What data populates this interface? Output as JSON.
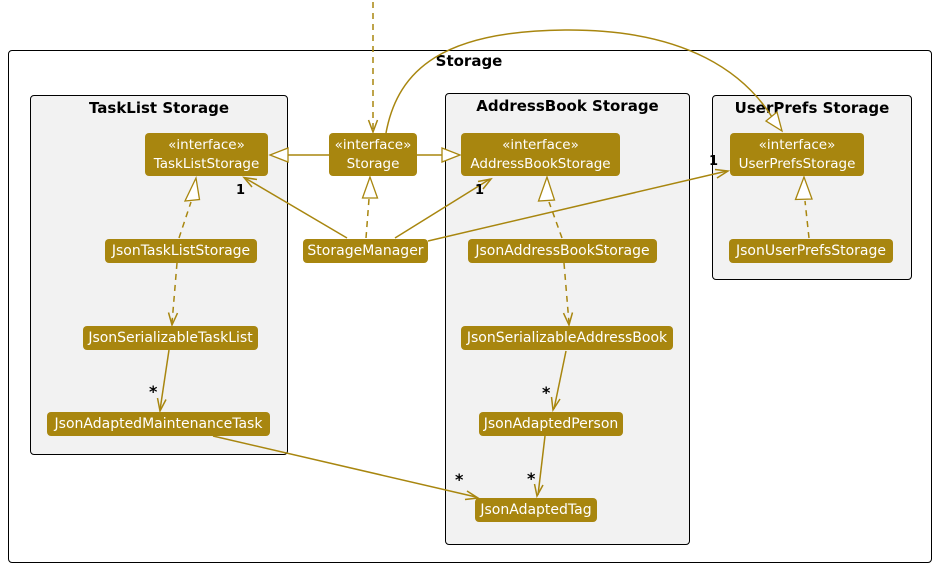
{
  "frame": {
    "title": "Storage"
  },
  "packages": {
    "tasklist": {
      "title": "TaskList Storage"
    },
    "addressbook": {
      "title": "AddressBook Storage"
    },
    "userprefs": {
      "title": "UserPrefs Storage"
    }
  },
  "nodes": {
    "tasklist_storage_interface": {
      "stereotype": "«interface»",
      "name": "TaskListStorage"
    },
    "storage_interface": {
      "stereotype": "«interface»",
      "name": "Storage"
    },
    "addressbook_storage_interface": {
      "stereotype": "«interface»",
      "name": "AddressBookStorage"
    },
    "userprefs_storage_interface": {
      "stereotype": "«interface»",
      "name": "UserPrefsStorage"
    },
    "json_tasklist_storage": {
      "name": "JsonTaskListStorage"
    },
    "storage_manager": {
      "name": "StorageManager"
    },
    "json_addressbook_storage": {
      "name": "JsonAddressBookStorage"
    },
    "json_userprefs_storage": {
      "name": "JsonUserPrefsStorage"
    },
    "json_serializable_tasklist": {
      "name": "JsonSerializableTaskList"
    },
    "json_serializable_addressbook": {
      "name": "JsonSerializableAddressBook"
    },
    "json_adapted_maintenance_task": {
      "name": "JsonAdaptedMaintenanceTask"
    },
    "json_adapted_person": {
      "name": "JsonAdaptedPerson"
    },
    "json_adapted_tag": {
      "name": "JsonAdaptedTag"
    }
  },
  "multiplicities": {
    "storagemanager_to_tasklist": "1",
    "storagemanager_to_addressbook": "1",
    "storagemanager_to_userprefs": "1",
    "serializabletasklist_to_maintenancetask": "*",
    "serializableaddressbook_to_person": "*",
    "person_to_tag": "*",
    "maintenancetask_to_tag": "*"
  },
  "colors": {
    "node_fill": "#A8860F",
    "node_text": "#FFFFFF",
    "line": "#A8860F",
    "package_fill": "#F2F2F2",
    "border": "#000000",
    "triangle_fill": "#FFFFFF"
  }
}
